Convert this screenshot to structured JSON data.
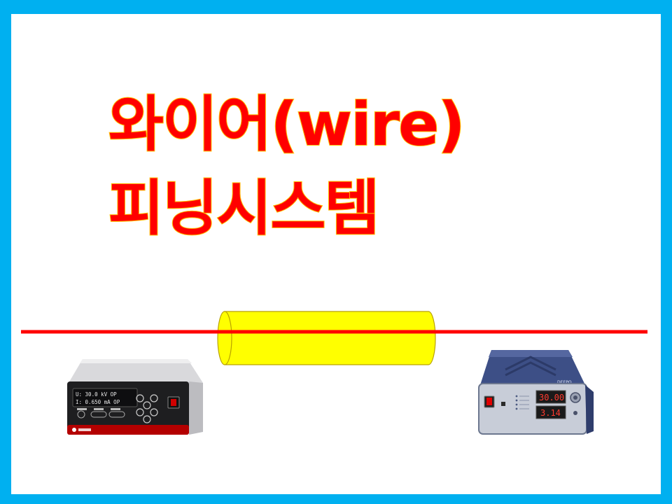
{
  "title": {
    "line1": "와이어(wire)",
    "line2": "피닝시스템"
  },
  "colors": {
    "frame": "#00b0f0",
    "title_fill": "#ff0000",
    "title_outline": "#ffc000",
    "wire": "#ff0000",
    "tube_fill": "#ffff00",
    "tube_outline": "#b9a200"
  },
  "left_device": {
    "display_v": "U:  30.0 kV  OP",
    "display_i": "I:  0.650 mA  OP"
  },
  "right_device": {
    "brand": "DEEPO",
    "readout_top": "30.00",
    "readout_bottom": "3.14"
  }
}
